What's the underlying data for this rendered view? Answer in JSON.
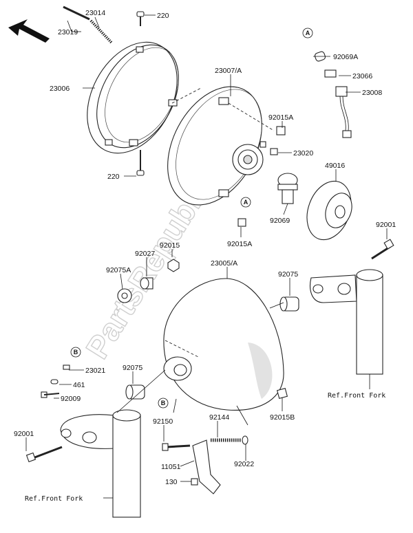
{
  "labels": {
    "p23019": "23019",
    "p23014": "23014",
    "p220_top": "220",
    "p23006": "23006",
    "p220_bottom": "220",
    "p23007A": "23007/A",
    "p92069A": "92069A",
    "p23066": "23066",
    "p23008": "23008",
    "p92015A_top": "92015A",
    "p23020": "23020",
    "p49016": "49016",
    "p92069": "92069",
    "p92015A_bottom": "92015A",
    "p92001_right": "92001",
    "p92015": "92015",
    "p92027": "92027",
    "p92075A": "92075A",
    "p23005A": "23005/A",
    "p92075_right": "92075",
    "p23021": "23021",
    "p461": "461",
    "p92009": "92009",
    "p92075_left": "92075",
    "p92001_left": "92001",
    "p92150": "92150",
    "p92144": "92144",
    "p11051": "11051",
    "p130": "130",
    "p92022": "92022",
    "p92015B": "92015B"
  },
  "markers": {
    "A_top": "A",
    "A_mid": "A",
    "B_top": "B",
    "B_mid": "B"
  },
  "references": {
    "front_fork_right": "Ref.Front Fork",
    "front_fork_left": "Ref.Front Fork"
  },
  "watermark": "PartsRepublik"
}
